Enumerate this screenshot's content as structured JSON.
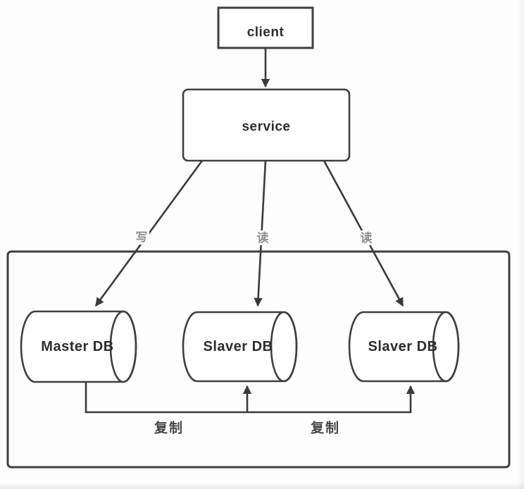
{
  "nodes": {
    "client": "client",
    "service": "service",
    "master_db": "Master DB",
    "slave_db_1": "Slaver DB",
    "slave_db_2": "Slaver DB"
  },
  "edge_labels": {
    "write": "写",
    "read_1": "读",
    "read_2": "读",
    "replicate_1": "复制",
    "replicate_2": "复制"
  },
  "colors": {
    "line_stroke": "#3f3f3f",
    "node_text": "#2d2d2d",
    "read_write_label": "#8f8f8f",
    "replicate_label": "#474747",
    "background": "#ffffff"
  }
}
